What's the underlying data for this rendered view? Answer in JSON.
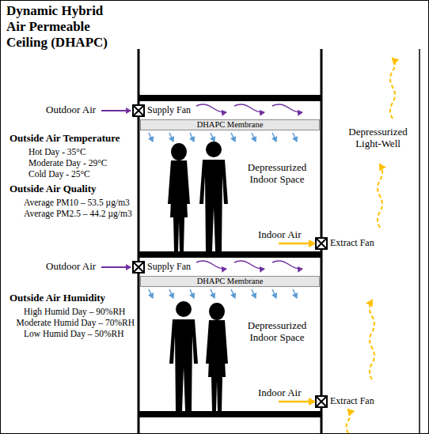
{
  "diagram": {
    "title": "Dynamic Hybrid Air Permeable Ceiling (DHAPC)",
    "nodes": [
      {
        "text": [
          "DHAPC Membrane"
        ]
      },
      {
        "text": [
          "DHAPC Membrane"
        ]
      }
    ],
    "labels": [
      "Outdoor Air",
      "Supply Fan",
      "Outside Air Temperature",
      "Hot Day - 35°C",
      "Moderate Day - 29°C",
      "Cold Day - 25°C",
      "Outside Air Quality",
      "Average PM10 – 53.5 µg/m3",
      "Average PM2.5 – 44.2 µg/m3",
      "Depressurized Indoor Space",
      "Indoor Air",
      "Extract Fan",
      "Depressurized Light-Well",
      "Outdoor Air",
      "Supply Fan",
      "Outside Air Humidity",
      "High Humid Day – 90%RH",
      "Moderate Humid Day – 70%RH",
      "Low Humid Day – 50%RH",
      "Depressurized Indoor Space",
      "Indoor Air",
      "Extract Fan"
    ]
  }
}
